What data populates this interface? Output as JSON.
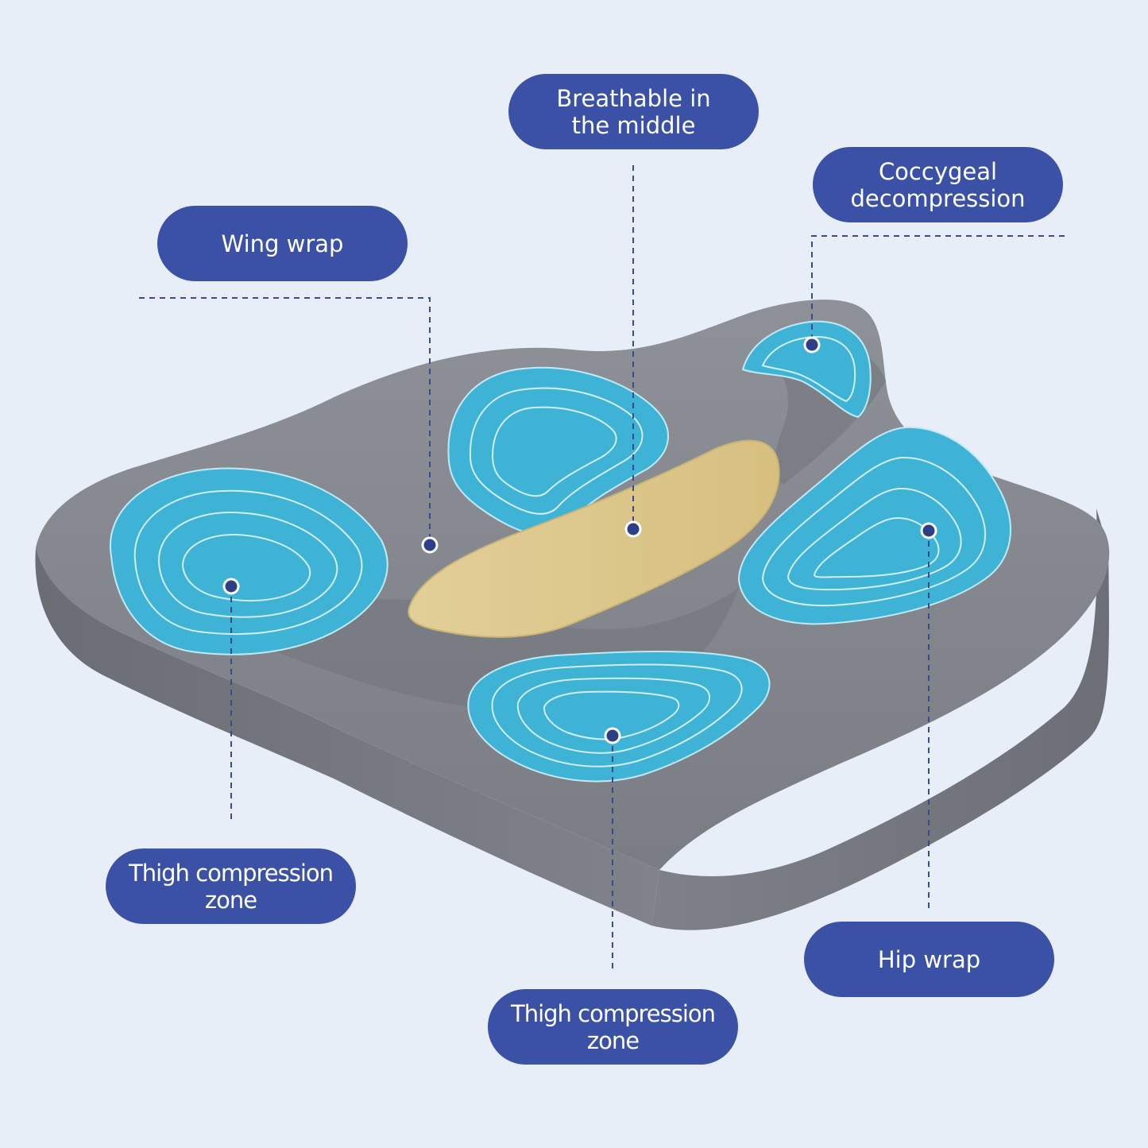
{
  "labels": {
    "wing_wrap": {
      "line1": "Wing wrap"
    },
    "breathable": {
      "line1": "Breathable in",
      "line2": "the middle"
    },
    "coccygeal": {
      "line1": "Coccygeal",
      "line2": "decompression"
    },
    "thigh_left": {
      "line1": "Thigh compression",
      "line2": "zone"
    },
    "thigh_center": {
      "line1": "Thigh compression",
      "line2": "zone"
    },
    "hip_wrap": {
      "line1": "Hip wrap"
    }
  },
  "colors": {
    "background": "#e8eef8",
    "label_fill": "#3a51a6",
    "cushion_gray": "#7b7e86",
    "gel_blue": "#3fb3d6",
    "breathable_strip": "#dcc78e",
    "leader_line": "#3a4a8c"
  }
}
